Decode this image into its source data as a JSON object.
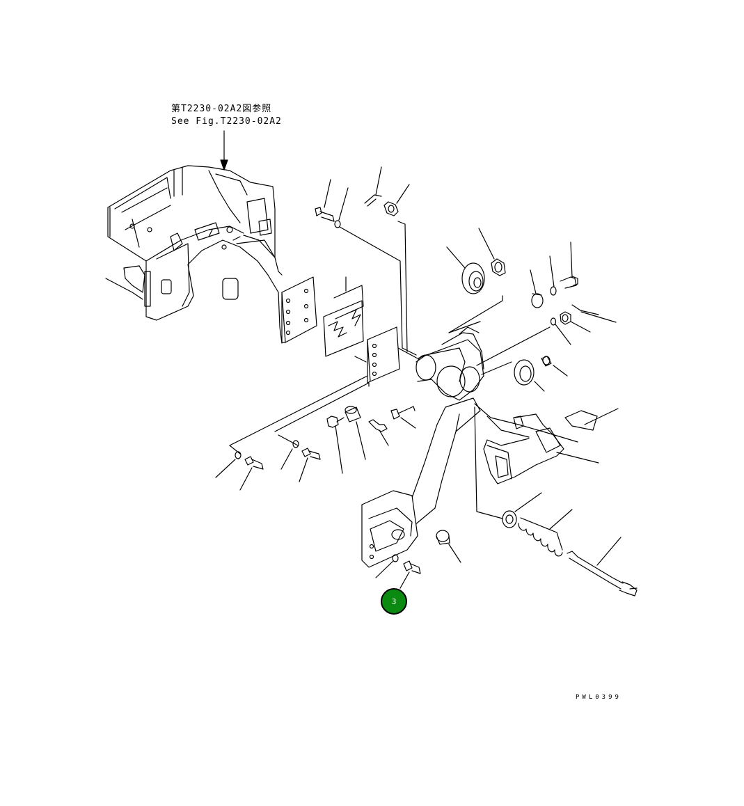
{
  "reference_note": {
    "line_jp": "第T2230-02A2図参照",
    "line_en": "See Fig.T2230-02A2"
  },
  "drawing_code": "PWL0399",
  "callouts": [
    {
      "label": "3",
      "color": "#0a8a10"
    }
  ]
}
